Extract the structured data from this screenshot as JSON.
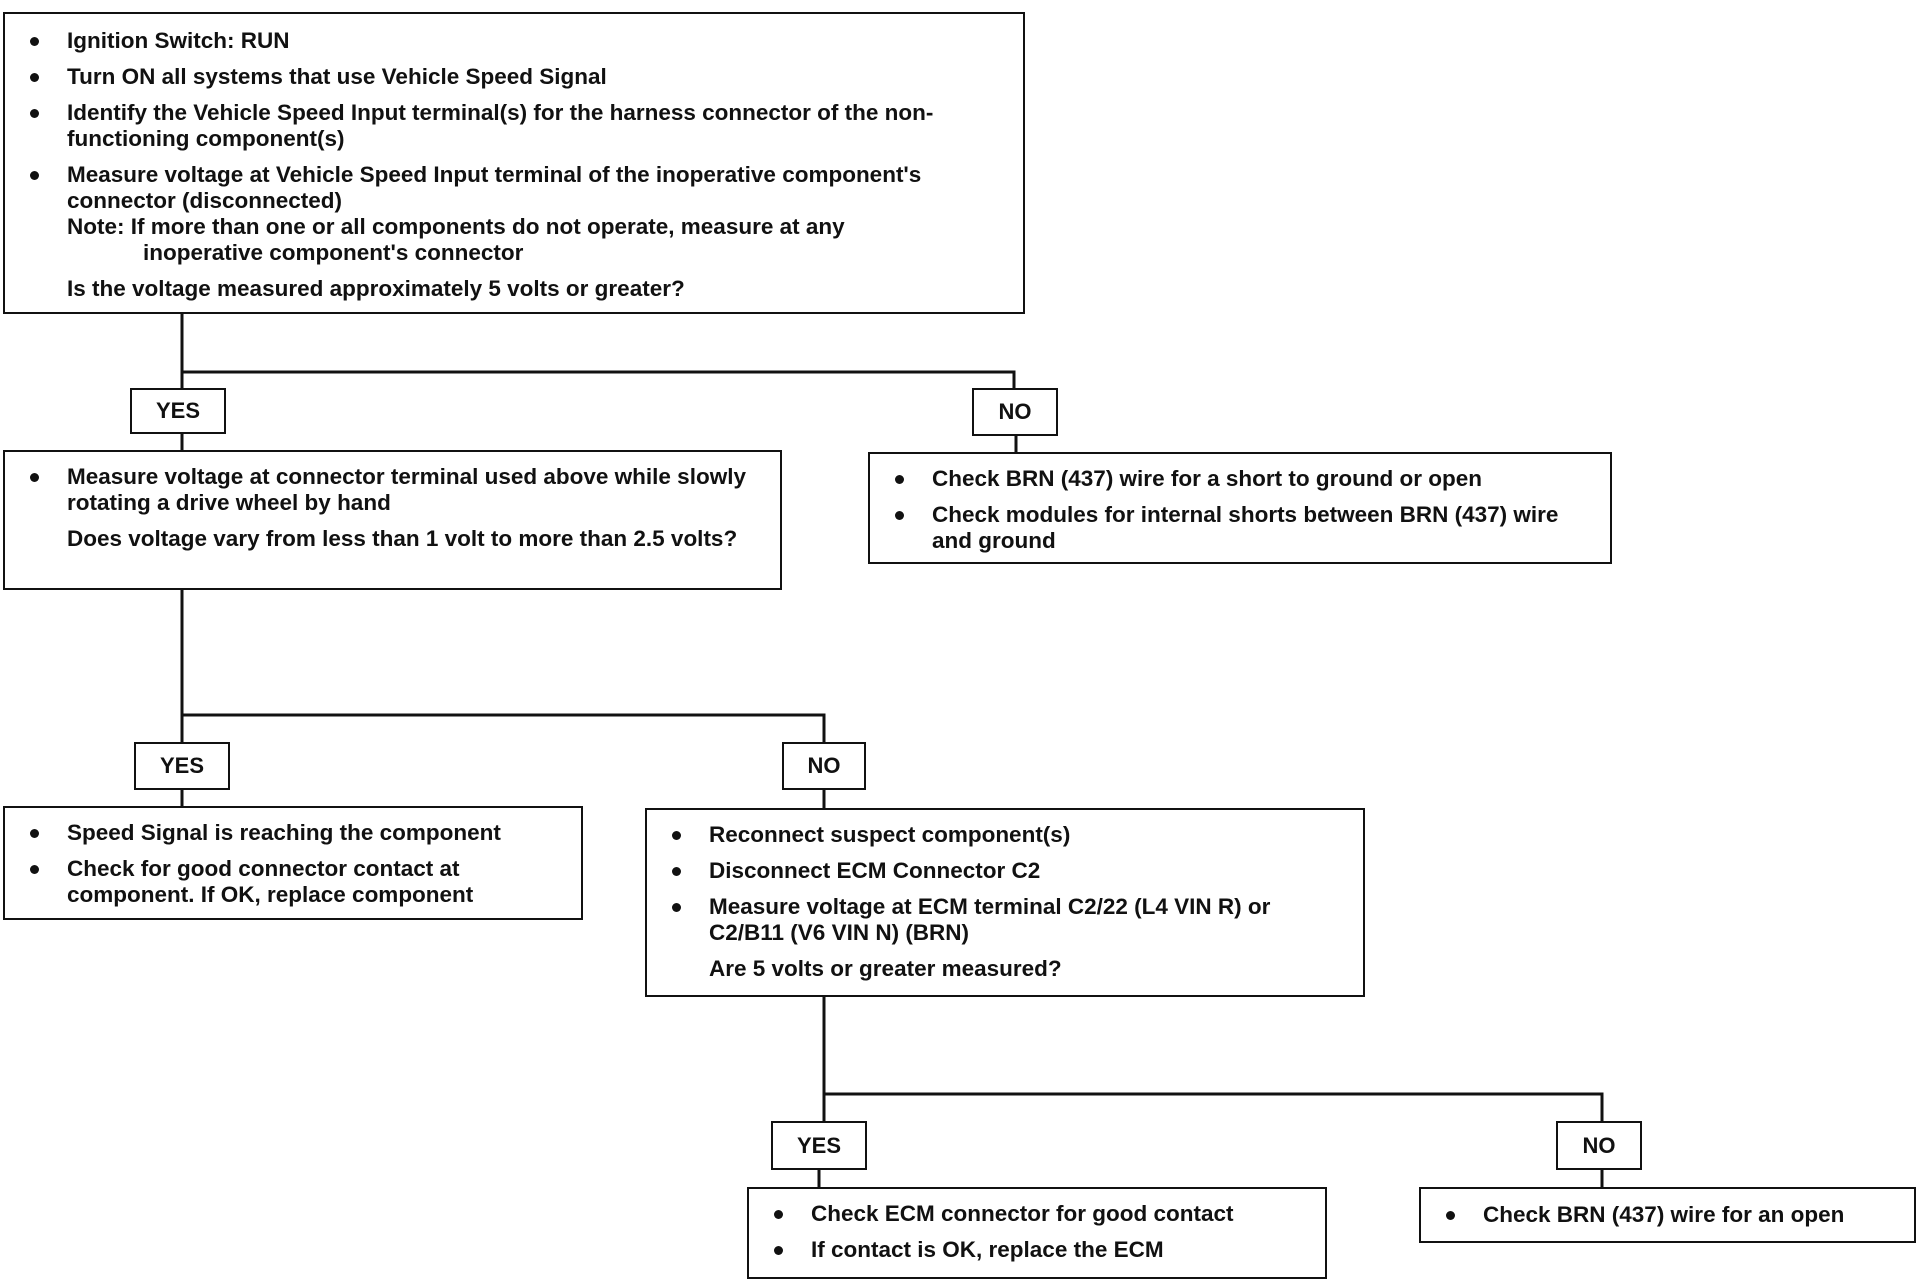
{
  "step1": {
    "items": [
      "Ignition Switch:  RUN",
      "Turn ON all systems that use Vehicle Speed Signal",
      "Identify the Vehicle Speed Input terminal(s) for the harness connector of the non-functioning component(s)",
      "Measure voltage at Vehicle Speed Input terminal of the inoperative component's connector (disconnected)"
    ],
    "note_first": "Note: If more than one or all components do not operate, measure at any",
    "note_rest": "inoperative component's connector",
    "question": "Is the voltage measured approximately 5 volts or greater?"
  },
  "branch1": {
    "yes_label": "YES",
    "no_label": "NO"
  },
  "step2": {
    "items": [
      "Measure voltage at connector terminal used above while slowly rotating a drive wheel by hand"
    ],
    "question": "Does voltage vary from less than 1 volt to more than 2.5 volts?"
  },
  "result_short": {
    "items": [
      "Check BRN (437) wire for a short to ground or open",
      "Check modules for internal shorts between BRN (437) wire and  ground"
    ]
  },
  "branch2": {
    "yes_label": "YES",
    "no_label": "NO"
  },
  "result_component": {
    "items": [
      "Speed Signal is reaching the component",
      "Check for good connector contact at component. If OK, replace component"
    ]
  },
  "step3": {
    "items": [
      "Reconnect suspect component(s)",
      "Disconnect ECM Connector C2",
      "Measure voltage at ECM terminal C2/22 (L4 VIN R) or C2/B11 (V6 VIN N) (BRN)"
    ],
    "question": "Are 5 volts or greater measured?"
  },
  "branch3": {
    "yes_label": "YES",
    "no_label": "NO"
  },
  "result_ecm": {
    "items": [
      "Check ECM connector for good contact",
      "If contact is OK, replace the ECM"
    ]
  },
  "result_open": {
    "items": [
      "Check BRN (437) wire for an open"
    ]
  }
}
